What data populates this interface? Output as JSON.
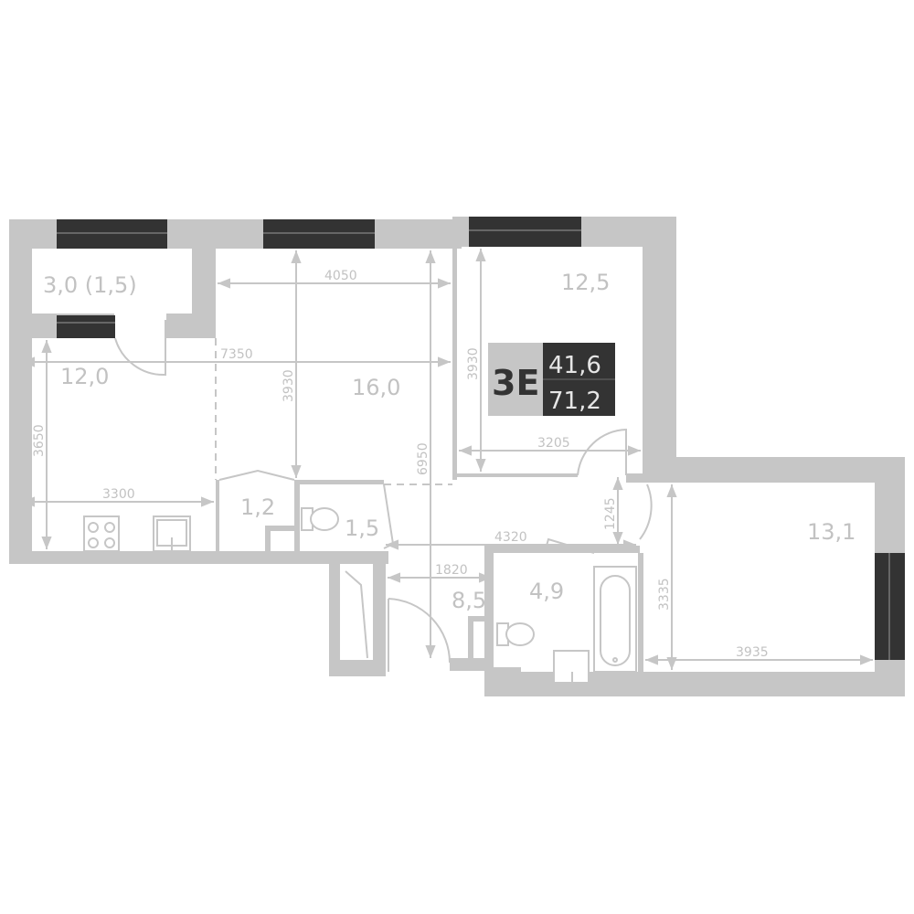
{
  "plan": {
    "badge": {
      "type": "3E",
      "living_area": "41,6",
      "total_area": "71,2"
    },
    "rooms": {
      "loggia": "3,0 (1,5)",
      "kitchen": "12,0",
      "living": "16,0",
      "bedroom1": "12,5",
      "bedroom2": "13,1",
      "closet": "1,2",
      "wc": "1,5",
      "hall": "8,5",
      "bathroom": "4,9"
    },
    "dimensions": {
      "living_width": "4050",
      "total_width": "7350",
      "living_height": "3930",
      "total_depth": "6950",
      "kitchen_height": "3650",
      "kitchen_width": "3300",
      "bedroom1_height": "3930",
      "bedroom1_width": "3205",
      "hall_width": "4320",
      "hall_depth": "1245",
      "corridor_width": "1820",
      "bedroom2_height": "3335",
      "bedroom2_width": "3935"
    },
    "colors": {
      "wall": "#c6c6c6",
      "window": "#333333",
      "badge_dark": "#333333",
      "badge_light": "#c6c6c6"
    }
  }
}
